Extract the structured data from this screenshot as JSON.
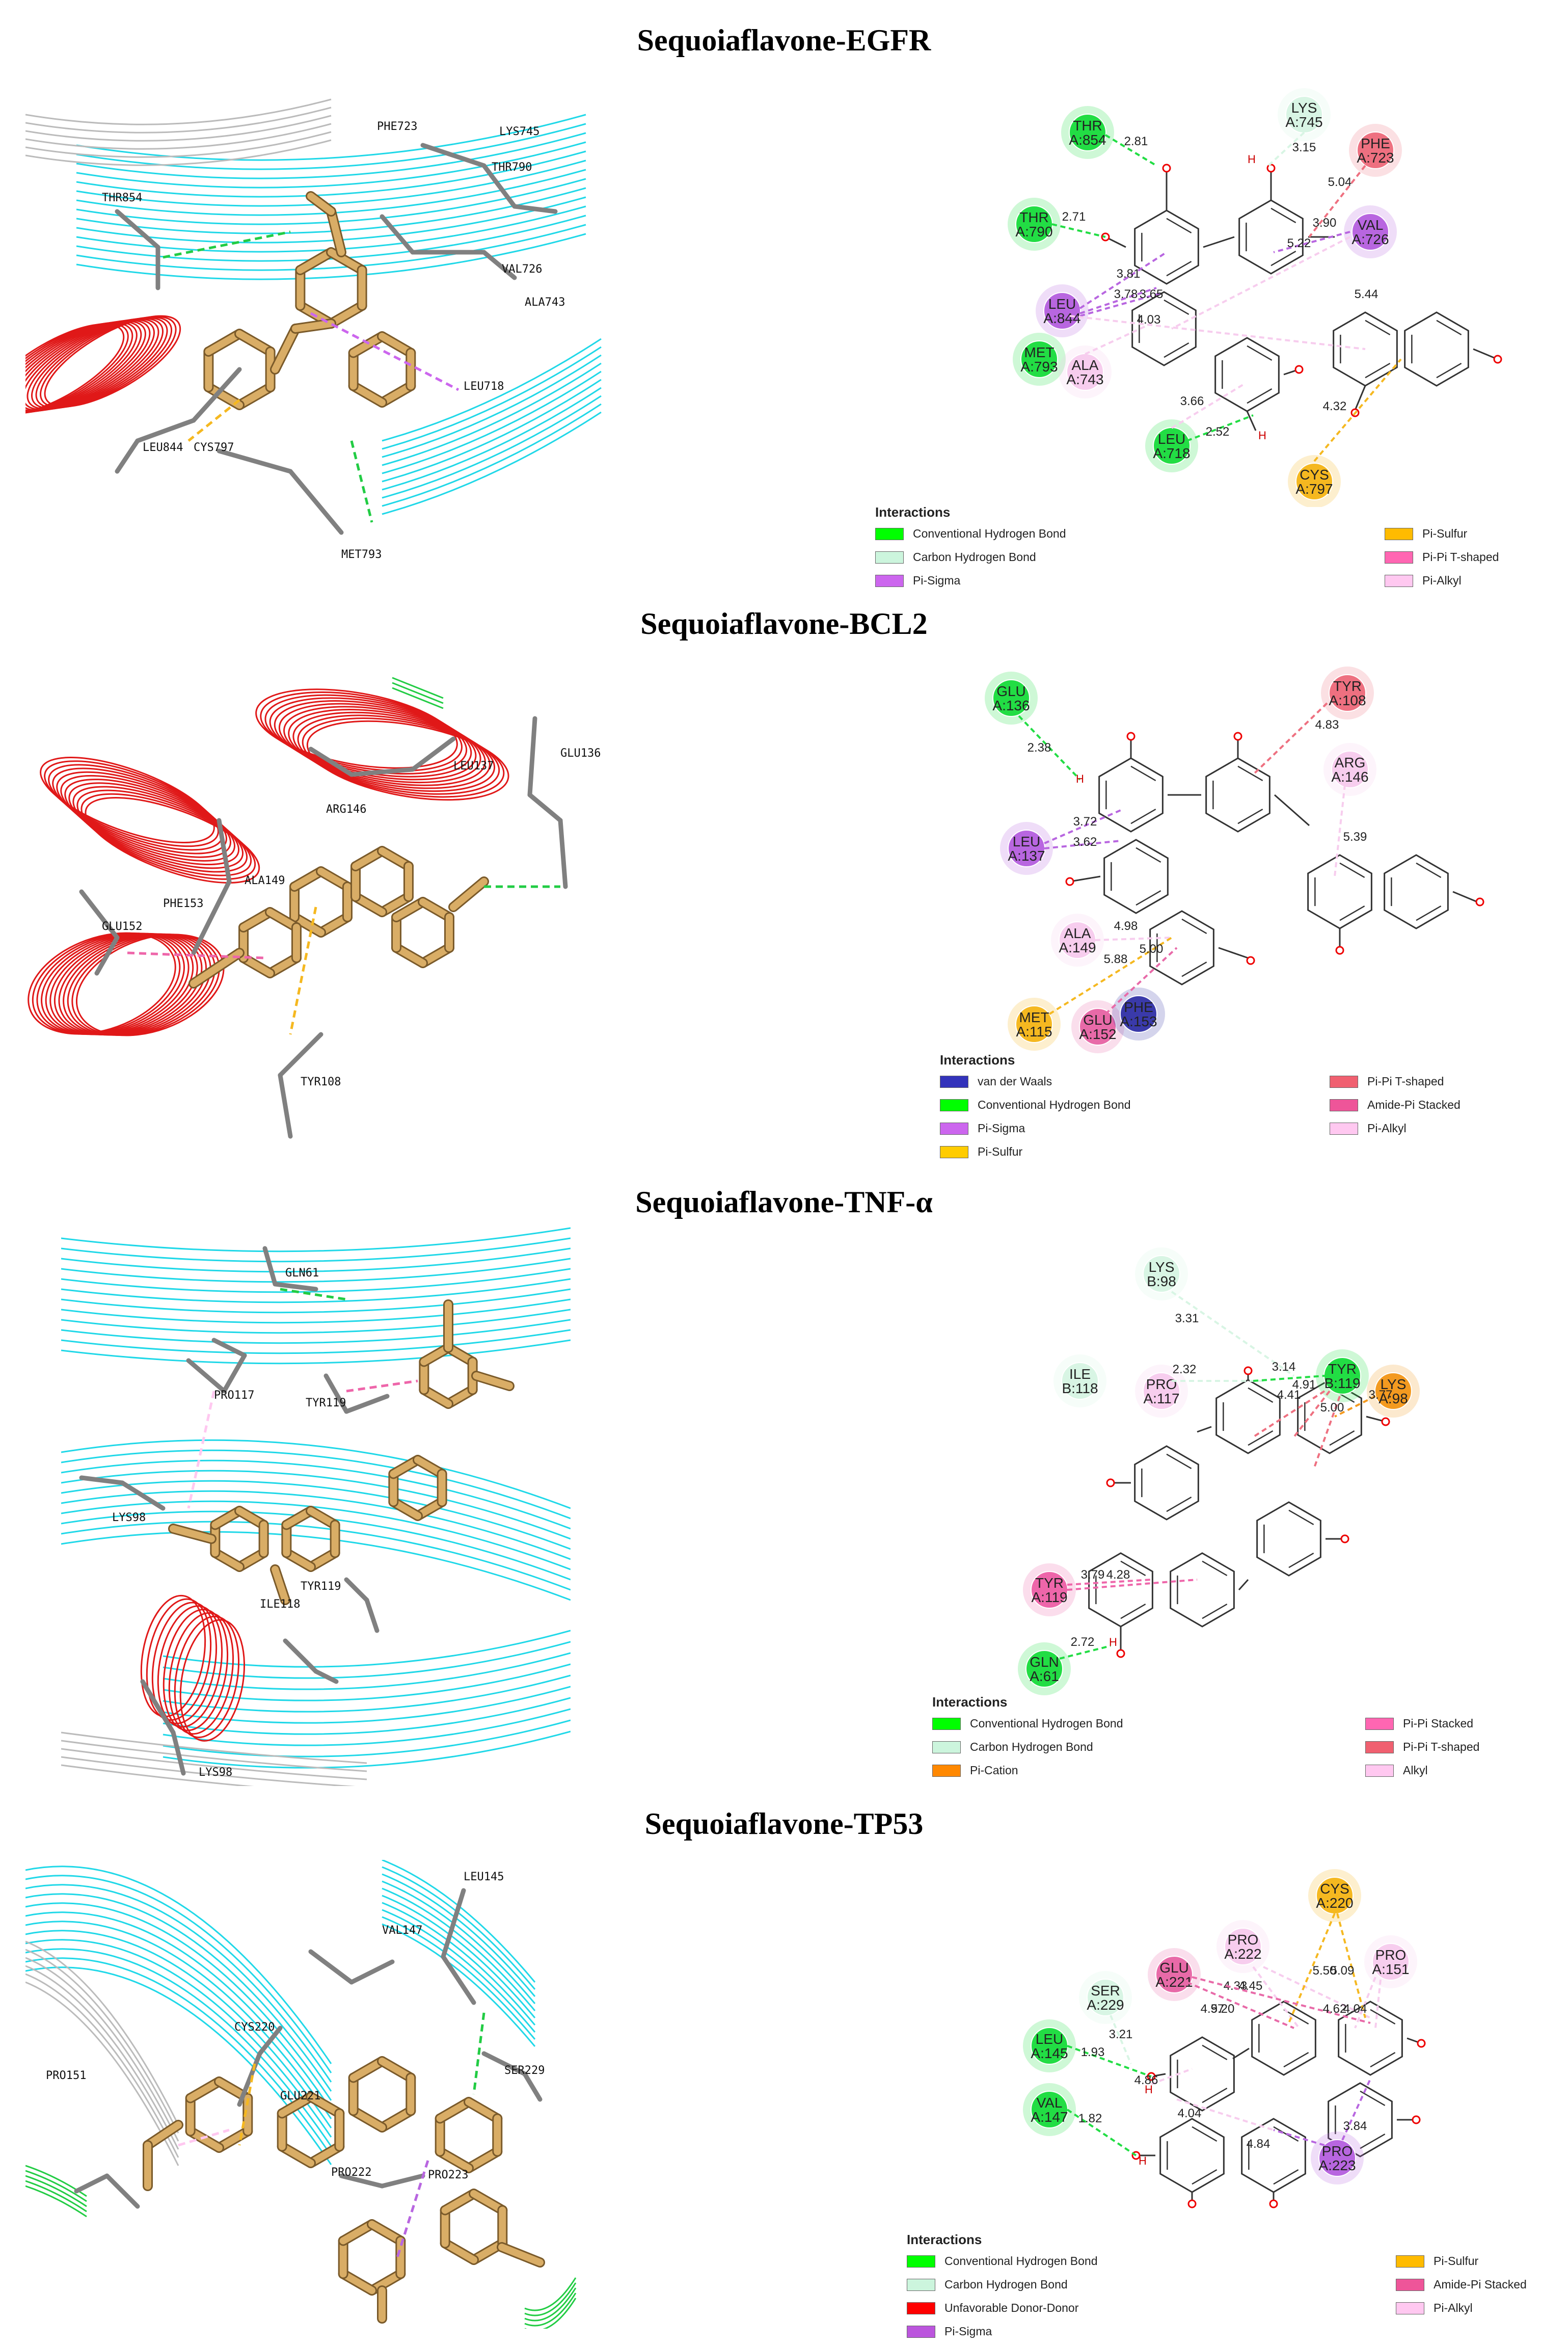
{
  "panels": [
    {
      "title": "Sequoiaflavone-EGFR",
      "residue_labels_3d": [
        "PHE723",
        "LYS745",
        "THR854",
        "THR790",
        "VAL726",
        "ALA743",
        "LEU718",
        "LEU844",
        "CYS797",
        "MET793"
      ],
      "residues_2d": [
        {
          "name": "THR",
          "id": "A:854",
          "type": "hbond"
        },
        {
          "name": "LYS",
          "id": "A:745",
          "type": "carbon_hbond"
        },
        {
          "name": "PHE",
          "id": "A:723",
          "type": "pi_pi_tshaped"
        },
        {
          "name": "THR",
          "id": "A:790",
          "type": "hbond"
        },
        {
          "name": "VAL",
          "id": "A:726",
          "type": "pi_sigma"
        },
        {
          "name": "LEU",
          "id": "A:844",
          "type": "pi_sigma"
        },
        {
          "name": "MET",
          "id": "A:793",
          "type": "hbond"
        },
        {
          "name": "ALA",
          "id": "A:743",
          "type": "pi_alkyl"
        },
        {
          "name": "LEU",
          "id": "A:718",
          "type": "hbond"
        },
        {
          "name": "CYS",
          "id": "A:797",
          "type": "pi_sulfur"
        }
      ],
      "distances": [
        "2.81",
        "3.15",
        "5.04",
        "2.71",
        "3.90",
        "5.22",
        "3.81",
        "3.78",
        "3.65",
        "4.03",
        "5.44",
        "3.66",
        "2.52",
        "4.32"
      ],
      "atom_labels": [
        "H",
        "H"
      ],
      "legend_title": "Interactions",
      "legend": [
        {
          "label": "Conventional Hydrogen Bond",
          "color": "#00ff00"
        },
        {
          "label": "Carbon Hydrogen Bond",
          "color": "#ccf5dd"
        },
        {
          "label": "Pi-Sigma",
          "color": "#cc66ee"
        },
        {
          "label": "Pi-Sulfur",
          "color": "#ffbb00"
        },
        {
          "label": "Pi-Pi T-shaped",
          "color": "#ff66b2"
        },
        {
          "label": "Pi-Alkyl",
          "color": "#ffc8f0"
        }
      ]
    },
    {
      "title": "Sequoiaflavone-BCL2",
      "residue_labels_3d": [
        "GLU136",
        "LEU137",
        "ARG146",
        "ALA149",
        "PHE153",
        "GLU152",
        "TYR108"
      ],
      "residues_2d": [
        {
          "name": "GLU",
          "id": "A:136",
          "type": "hbond"
        },
        {
          "name": "TYR",
          "id": "A:108",
          "type": "pi_pi_tshaped"
        },
        {
          "name": "ARG",
          "id": "A:146",
          "type": "pi_alkyl"
        },
        {
          "name": "LEU",
          "id": "A:137",
          "type": "pi_sigma"
        },
        {
          "name": "ALA",
          "id": "A:149",
          "type": "pi_alkyl"
        },
        {
          "name": "MET",
          "id": "A:115",
          "type": "pi_sulfur"
        },
        {
          "name": "GLU",
          "id": "A:152",
          "type": "amide_pi"
        },
        {
          "name": "PHE",
          "id": "A:153",
          "type": "vdw"
        }
      ],
      "distances": [
        "2.38",
        "4.83",
        "3.72",
        "3.62",
        "5.39",
        "4.98",
        "5.88",
        "5.00"
      ],
      "atom_labels": [
        "H"
      ],
      "legend_title": "Interactions",
      "legend": [
        {
          "label": "van der Waals",
          "color": "#3333bb"
        },
        {
          "label": "Conventional Hydrogen Bond",
          "color": "#00ff00"
        },
        {
          "label": "Pi-Sigma",
          "color": "#cc66ee"
        },
        {
          "label": "Pi-Sulfur",
          "color": "#ffcc00"
        },
        {
          "label": "Pi-Pi T-shaped",
          "color": "#f06070"
        },
        {
          "label": "Amide-Pi Stacked",
          "color": "#ee5599"
        },
        {
          "label": "Pi-Alkyl",
          "color": "#ffc8f0"
        }
      ]
    },
    {
      "title": "Sequoiaflavone-TNF-α",
      "residue_labels_3d": [
        "GLN61",
        "PRO117",
        "TYR119",
        "LYS98",
        "TYR119",
        "ILE118",
        "LYS98"
      ],
      "residues_2d": [
        {
          "name": "LYS",
          "id": "B:98",
          "type": "carbon_hbond"
        },
        {
          "name": "ILE",
          "id": "B:118",
          "type": "carbon_hbond"
        },
        {
          "name": "PRO",
          "id": "A:117",
          "type": "pi_alkyl"
        },
        {
          "name": "TYR",
          "id": "B:119",
          "type": "hbond"
        },
        {
          "name": "LYS",
          "id": "A:98",
          "type": "pi_cation"
        },
        {
          "name": "TYR",
          "id": "A:119",
          "type": "pi_pi_stacked"
        },
        {
          "name": "GLN",
          "id": "A:61",
          "type": "hbond"
        }
      ],
      "distances": [
        "3.31",
        "2.32",
        "3.14",
        "4.91",
        "4.41",
        "3.77",
        "5.00",
        "3.79",
        "4.28",
        "2.72"
      ],
      "atom_labels": [
        "H"
      ],
      "legend_title": "Interactions",
      "legend": [
        {
          "label": "Conventional Hydrogen Bond",
          "color": "#00ff00"
        },
        {
          "label": "Carbon Hydrogen Bond",
          "color": "#ccf5dd"
        },
        {
          "label": "Pi-Cation",
          "color": "#ff8800"
        },
        {
          "label": "Pi-Pi Stacked",
          "color": "#ff66b2"
        },
        {
          "label": "Pi-Pi T-shaped",
          "color": "#f06070"
        },
        {
          "label": "Alkyl",
          "color": "#ffc8f0"
        }
      ]
    },
    {
      "title": "Sequoiaflavone-TP53",
      "residue_labels_3d": [
        "LEU145",
        "VAL147",
        "CYS220",
        "PRO151",
        "GLU221",
        "SER229",
        "PRO222",
        "PRO223"
      ],
      "residues_2d": [
        {
          "name": "CYS",
          "id": "A:220",
          "type": "pi_sulfur"
        },
        {
          "name": "PRO",
          "id": "A:222",
          "type": "pi_alkyl"
        },
        {
          "name": "GLU",
          "id": "A:221",
          "type": "amide_pi"
        },
        {
          "name": "PRO",
          "id": "A:151",
          "type": "pi_alkyl"
        },
        {
          "name": "SER",
          "id": "A:229",
          "type": "carbon_hbond"
        },
        {
          "name": "LEU",
          "id": "A:145",
          "type": "hbond"
        },
        {
          "name": "VAL",
          "id": "A:147",
          "type": "hbond"
        },
        {
          "name": "PRO",
          "id": "A:223",
          "type": "pi_sigma"
        }
      ],
      "distances": [
        "4.33",
        "4.45",
        "5.50",
        "5.09",
        "4.97",
        "5.20",
        "4.62",
        "4.04",
        "3.21",
        "1.93",
        "4.86",
        "1.82",
        "4.04",
        "4.84",
        "3.84"
      ],
      "atom_labels": [
        "H",
        "H"
      ],
      "legend_title": "Interactions",
      "legend": [
        {
          "label": "Conventional Hydrogen Bond",
          "color": "#00ff00"
        },
        {
          "label": "Carbon Hydrogen Bond",
          "color": "#ccf5dd"
        },
        {
          "label": "Unfavorable Donor-Donor",
          "color": "#ff0000"
        },
        {
          "label": "Pi-Sigma",
          "color": "#bb55dd"
        },
        {
          "label": "Pi-Sulfur",
          "color": "#ffbb00"
        },
        {
          "label": "Amide-Pi Stacked",
          "color": "#ee5599"
        },
        {
          "label": "Pi-Alkyl",
          "color": "#ffc8f0"
        }
      ]
    }
  ],
  "type_colors": {
    "hbond": "#22dd44",
    "carbon_hbond": "#d8f5e4",
    "pi_sigma": "#b866e0",
    "pi_sulfur": "#f5b820",
    "pi_pi_tshaped": "#ee7080",
    "pi_pi_stacked": "#ee66aa",
    "pi_alkyl": "#f7cdee",
    "amide_pi": "#e86aa8",
    "vdw": "#3a3aaa",
    "pi_cation": "#f39a20"
  }
}
